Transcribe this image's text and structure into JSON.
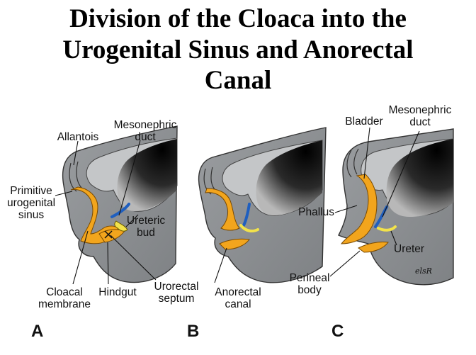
{
  "title": {
    "line1": "Division of the Cloaca into the",
    "line2": "Urogenital Sinus and Anorectal",
    "line3": "Canal"
  },
  "colors": {
    "tissue": "#8e9194",
    "tissue_light": "#c2c4c6",
    "mesoderm_dark": "#141414",
    "endoderm_orange": "#f2a51d",
    "mesonephric_blue": "#1f5fbf",
    "ureteric_yellow": "#f2e24a"
  },
  "panels": {
    "a": {
      "letter": "A",
      "labels": {
        "allantois": "Allantois",
        "mesonephric_1": "Mesonephric",
        "mesonephric_2": "duct",
        "primitive_1": "Primitive",
        "primitive_2": "urogenital",
        "primitive_3": "sinus",
        "ureteric_1": "Ureteric",
        "ureteric_2": "bud",
        "cloacal_1": "Cloacal",
        "cloacal_2": "membrane",
        "hindgut": "Hindgut",
        "urorectal_1": "Urorectal",
        "urorectal_2": "septum"
      }
    },
    "b": {
      "letter": "B",
      "labels": {
        "anorectal_1": "Anorectal",
        "anorectal_2": "canal"
      }
    },
    "c": {
      "letter": "C",
      "labels": {
        "bladder": "Bladder",
        "mesonephric_1": "Mesonephric",
        "mesonephric_2": "duct",
        "phallus": "Phallus",
        "ureter": "Ureter",
        "perineal_1": "Perineal",
        "perineal_2": "body",
        "signature": "elsR"
      }
    }
  }
}
